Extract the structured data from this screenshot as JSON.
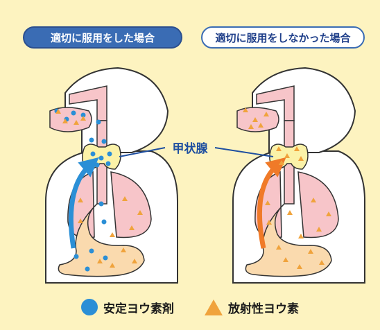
{
  "labels": {
    "left_case": "適切に服用をした場合",
    "right_case": "適切に服用をしなかった場合",
    "center": "甲状腺"
  },
  "legend": {
    "stable_iodine": "安定ヨウ素剤",
    "radioactive_iodine": "放射性ヨウ素"
  },
  "colors": {
    "background": "#fdf3c0",
    "stable_iodine": "#2b8fd6",
    "radioactive_iodine": "#f0a33c",
    "left_arrow": "#2b8fd6",
    "right_arrow": "#f07a28",
    "body_fill": "#ffffff",
    "organ_pink": "#f7c5c9",
    "stomach": "#fadaae",
    "thyroid": "#fbf2a8"
  }
}
